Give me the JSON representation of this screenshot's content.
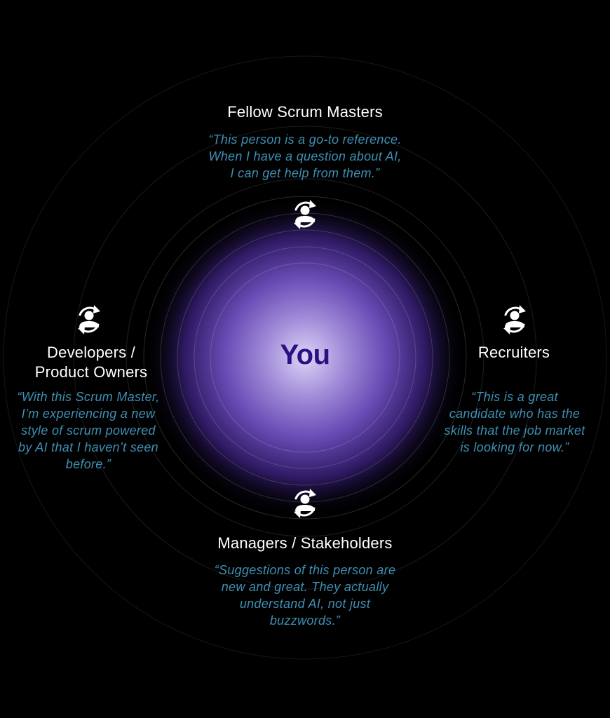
{
  "center": {
    "label": "You"
  },
  "audiences": {
    "top": {
      "title": "Fellow Scrum Masters",
      "quote": "“This person is a go-to reference.\nWhen I have a question about AI,\nI can get help from them.”",
      "icon": "person-cycle-icon"
    },
    "left": {
      "title": "Developers /\nProduct Owners",
      "quote": "“With this Scrum Master,\nI’m experiencing a new\nstyle of scrum powered\nby AI that I haven’t seen\nbefore.”",
      "icon": "person-cycle-icon"
    },
    "right": {
      "title": "Recruiters",
      "quote": "“This is a great\ncandidate who has the\nskills that the job market\nis looking for now.”",
      "icon": "person-cycle-icon"
    },
    "bottom": {
      "title": "Managers / Stakeholders",
      "quote": "“Suggestions of this person are\nnew and great. They actually\nunderstand AI, not just\nbuzzwords.”",
      "icon": "person-cycle-icon"
    }
  },
  "colors": {
    "background": "#000000",
    "glow_center": "#cfc6f2",
    "glow_mid": "#6a4bb5",
    "center_text": "#2a1080",
    "title_text": "#ffffff",
    "quote_text": "#3e8fb3",
    "rings": "#ffffff"
  }
}
